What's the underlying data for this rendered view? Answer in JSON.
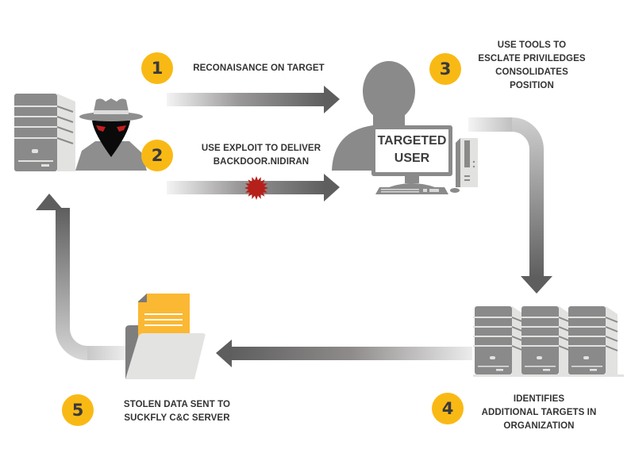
{
  "diagram": {
    "title": "Suckfly attack cycle",
    "steps": [
      {
        "number": "1",
        "lines": [
          "RECONAISANCE ON TARGET"
        ]
      },
      {
        "number": "2",
        "lines": [
          "USE EXPLOIT TO DELIVER",
          "BACKDOOR.NIDIRAN"
        ]
      },
      {
        "number": "3",
        "lines": [
          "USE TOOLS TO",
          "ESCLATE PRIVILEDGES",
          "CONSOLIDATES",
          "POSITION"
        ]
      },
      {
        "number": "4",
        "lines": [
          "IDENTIFIES",
          "ADDITIONAL TARGETS IN",
          "ORGANIZATION"
        ]
      },
      {
        "number": "5",
        "lines": [
          "STOLEN DATA SENT TO",
          "SUCKFLY C&C SERVER"
        ]
      }
    ],
    "nodes": {
      "attacker": {
        "icon": "hacker-icon",
        "server_icon": "server-tower-icon"
      },
      "target": {
        "icon": "user-silhouette-icon",
        "screen_lines": [
          "TARGETED",
          "USER"
        ]
      },
      "organization": {
        "icon": "server-rack-icon",
        "count": 3
      },
      "exfiltration": {
        "icon": "folder-document-icon"
      }
    },
    "colors": {
      "badge": "#f9b915",
      "arrow_dark": "#616161",
      "arrow_light": "#eeeeee",
      "icon_gray": "#8a8a8a",
      "icon_light": "#e3e3e1",
      "exploit_red": "#b5201b",
      "document_yellow": "#fbb832",
      "text": "#333333"
    }
  }
}
